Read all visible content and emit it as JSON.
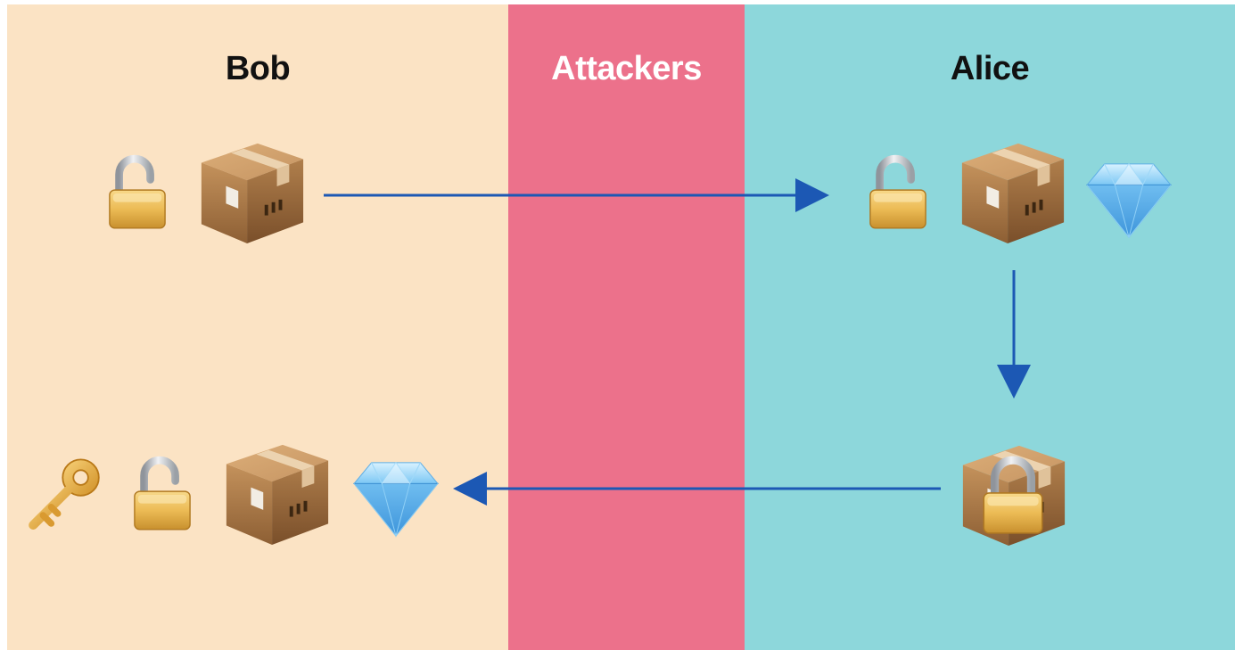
{
  "zones": {
    "bob": {
      "label": "Bob",
      "color": "#fbe3c4",
      "text_color": "#111111"
    },
    "attackers": {
      "label": "Attackers",
      "color": "#ec718b",
      "text_color": "#ffffff"
    },
    "alice": {
      "label": "Alice",
      "color": "#8dd7db",
      "text_color": "#111111"
    }
  },
  "arrow_color": "#1c58b4",
  "icons": {
    "padlock": "open-padlock-icon",
    "locked": "closed-padlock-icon",
    "box": "package-icon",
    "gem": "diamond-icon",
    "key": "key-icon"
  }
}
